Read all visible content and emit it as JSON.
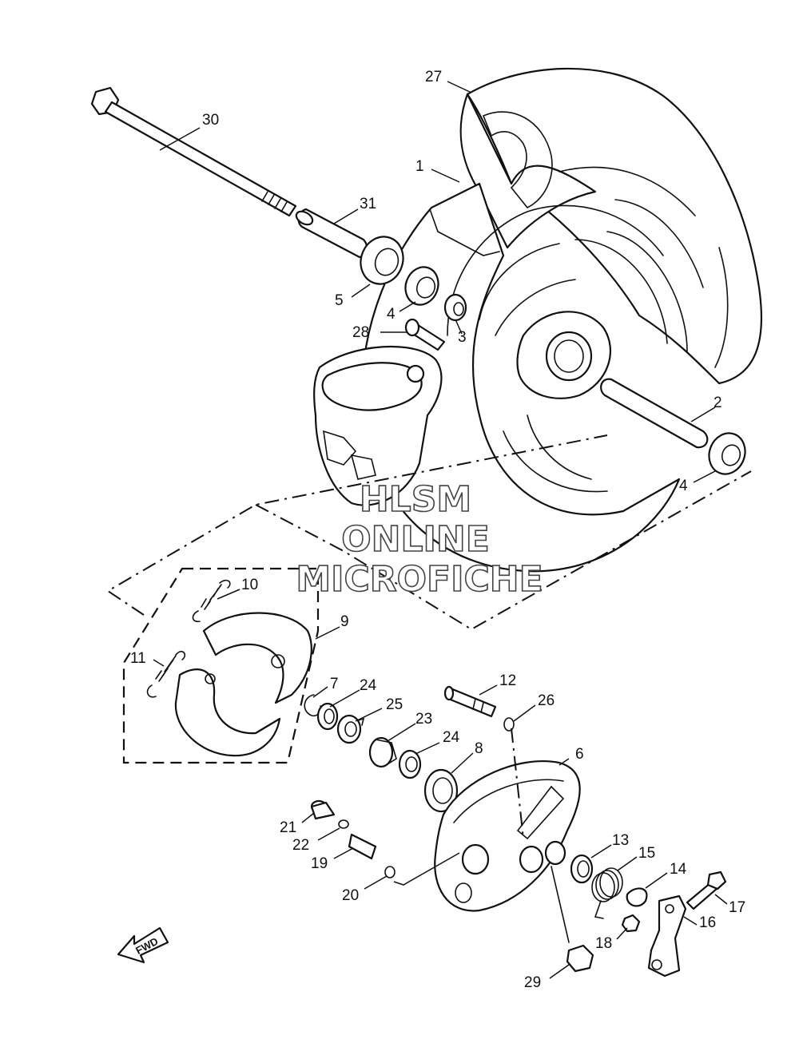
{
  "diagram": {
    "callouts": [
      {
        "id": "27",
        "label": "27"
      },
      {
        "id": "30",
        "label": "30"
      },
      {
        "id": "1",
        "label": "1"
      },
      {
        "id": "31",
        "label": "31"
      },
      {
        "id": "5",
        "label": "5"
      },
      {
        "id": "4a",
        "label": "4"
      },
      {
        "id": "3",
        "label": "3"
      },
      {
        "id": "28",
        "label": "28"
      },
      {
        "id": "2",
        "label": "2"
      },
      {
        "id": "4b",
        "label": "4"
      },
      {
        "id": "10",
        "label": "10"
      },
      {
        "id": "9",
        "label": "9"
      },
      {
        "id": "11",
        "label": "11"
      },
      {
        "id": "7",
        "label": "7"
      },
      {
        "id": "24a",
        "label": "24"
      },
      {
        "id": "25",
        "label": "25"
      },
      {
        "id": "23",
        "label": "23"
      },
      {
        "id": "24b",
        "label": "24"
      },
      {
        "id": "12",
        "label": "12"
      },
      {
        "id": "26",
        "label": "26"
      },
      {
        "id": "8",
        "label": "8"
      },
      {
        "id": "6",
        "label": "6"
      },
      {
        "id": "21",
        "label": "21"
      },
      {
        "id": "22",
        "label": "22"
      },
      {
        "id": "19",
        "label": "19"
      },
      {
        "id": "20",
        "label": "20"
      },
      {
        "id": "13",
        "label": "13"
      },
      {
        "id": "15",
        "label": "15"
      },
      {
        "id": "14",
        "label": "14"
      },
      {
        "id": "17",
        "label": "17"
      },
      {
        "id": "16",
        "label": "16"
      },
      {
        "id": "18",
        "label": "18"
      },
      {
        "id": "29",
        "label": "29"
      }
    ],
    "watermark": [
      "HLSM",
      "ONLINE",
      "MICROFICHE"
    ],
    "fwd_label": "FWD",
    "line_color": "#111111",
    "background": "#ffffff"
  }
}
